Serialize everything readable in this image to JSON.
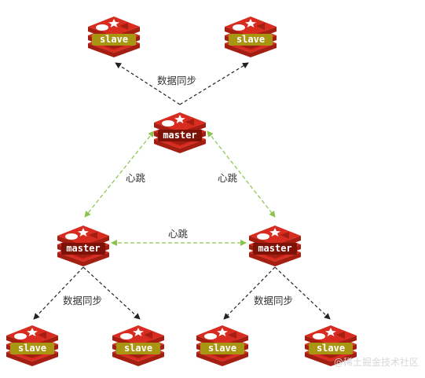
{
  "colors": {
    "accent": "#d82c20",
    "dark": "#a41e11",
    "slave_label_bg": "#a89612",
    "master_label_bg": "#7c1208",
    "heartbeat_edge": "#8bc34a",
    "sync_edge": "#222222"
  },
  "nodes": {
    "top_master": {
      "label": "master",
      "role": "master"
    },
    "left_master": {
      "label": "master",
      "role": "master"
    },
    "right_master": {
      "label": "master",
      "role": "master"
    },
    "top_slave_1": {
      "label": "slave",
      "role": "slave"
    },
    "top_slave_2": {
      "label": "slave",
      "role": "slave"
    },
    "left_slave_1": {
      "label": "slave",
      "role": "slave"
    },
    "left_slave_2": {
      "label": "slave",
      "role": "slave"
    },
    "right_slave_1": {
      "label": "slave",
      "role": "slave"
    },
    "right_slave_2": {
      "label": "slave",
      "role": "slave"
    }
  },
  "edge_labels": {
    "top_sync": "数据同步",
    "heartbeat_left": "心跳",
    "heartbeat_right": "心跳",
    "heartbeat_middle": "心跳",
    "left_sync": "数据同步",
    "right_sync": "数据同步"
  },
  "watermark": "@稀土掘金技术社区"
}
